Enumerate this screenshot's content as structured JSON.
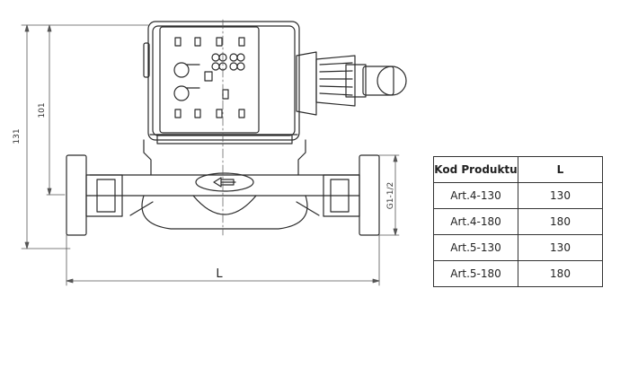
{
  "drawing": {
    "dim_total_height": "131",
    "dim_head_height": "101",
    "dim_thread": "G1-1/2",
    "dim_length": "L"
  },
  "table": {
    "headers": [
      "Kod Produktu",
      "L"
    ],
    "rows": [
      [
        "Art.4-130",
        "130"
      ],
      [
        "Art.4-180",
        "180"
      ],
      [
        "Art.5-130",
        "130"
      ],
      [
        "Art.5-180",
        "180"
      ]
    ]
  },
  "colors": {
    "line": "#2b2b2b",
    "dim": "#555555",
    "table_border": "#333333"
  }
}
